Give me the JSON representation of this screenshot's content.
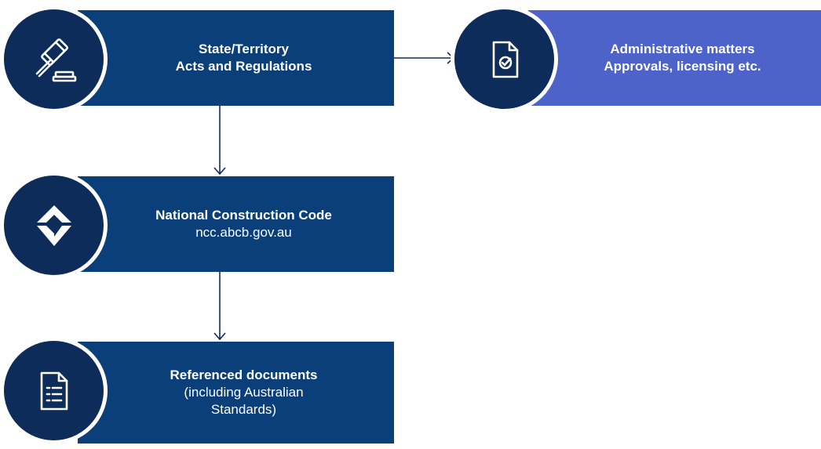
{
  "nodes": {
    "acts": {
      "title": "State/Territory",
      "title2": "Acts and Regulations",
      "icon": "gavel-icon"
    },
    "admin": {
      "title": "Administrative matters",
      "title2": "Approvals, licensing etc.",
      "icon": "document-check-icon"
    },
    "ncc": {
      "title": "National Construction Code",
      "subtitle": "ncc.abcb.gov.au",
      "icon": "abcb-logo-icon"
    },
    "refs": {
      "title": "Referenced documents",
      "subtitle": "(including Australian",
      "subtitle2": "Standards)",
      "icon": "list-document-icon"
    }
  },
  "colors": {
    "dark_box": "#0b3f7a",
    "circle": "#0d2c59",
    "accent_box": "#4d63c9",
    "connector": "#0d2c59"
  }
}
